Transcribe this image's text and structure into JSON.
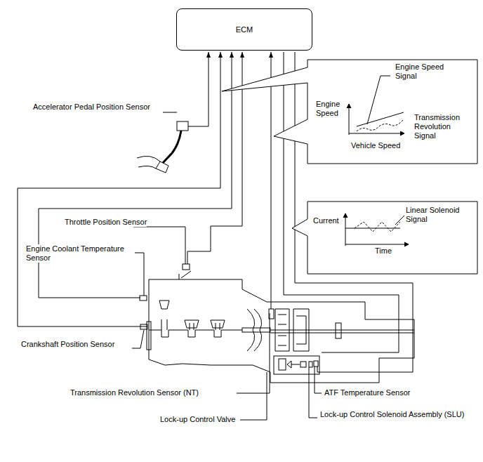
{
  "diagram": {
    "nodes": [
      {
        "text": [
          "ECM"
        ]
      },
      {
        "text": [
          "Engine Speed Signal",
          "Engine Speed",
          "Transmission Revolution Signal",
          "Vehicle Speed"
        ]
      },
      {
        "text": [
          "Linear Solenoid Signal",
          "Current",
          "Time"
        ]
      }
    ],
    "labels": [
      "Accelerator Pedal Position Sensor",
      "Throttle Position Sensor",
      "Engine Coolant Temperature Sensor",
      "Crankshaft Position Sensor",
      "Transmission Revolution Sensor (NT)",
      "Lock-up Control Valve",
      "ATF Temperature Sensor",
      "Lock-up Control Solenoid Assembly (SLU)"
    ]
  }
}
